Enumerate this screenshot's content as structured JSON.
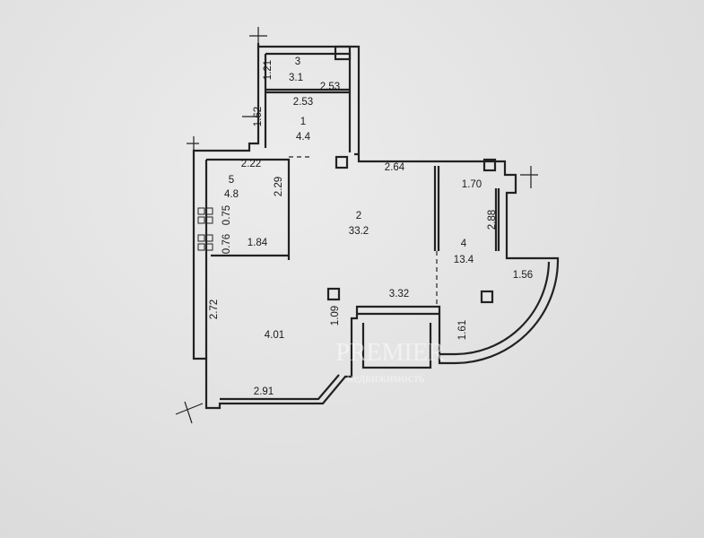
{
  "rooms": [
    {
      "number": "1",
      "area": "4.4"
    },
    {
      "number": "2",
      "area": "33.2"
    },
    {
      "number": "3",
      "area": "3.1"
    },
    {
      "number": "4",
      "area": "13.4"
    },
    {
      "number": "5",
      "area": "4.8"
    }
  ],
  "dimensions": {
    "d121": "1.21",
    "d253a": "2.53",
    "d253b": "2.53",
    "d162": "1.62",
    "d222": "2.22",
    "d229": "2.29",
    "d075": "0.75",
    "d076": "0.76",
    "d184": "1.84",
    "d264": "2.64",
    "d170": "1.70",
    "d288": "2.88",
    "d156": "1.56",
    "d332": "3.32",
    "d109": "1.09",
    "d161": "1.61",
    "d272": "2.72",
    "d401": "4.01",
    "d291": "2.91"
  },
  "watermark": {
    "brand": "PREMIER",
    "subtitle": "недвижимость"
  },
  "colors": {
    "wall": "#222222",
    "paper": "#e4e4e4"
  }
}
